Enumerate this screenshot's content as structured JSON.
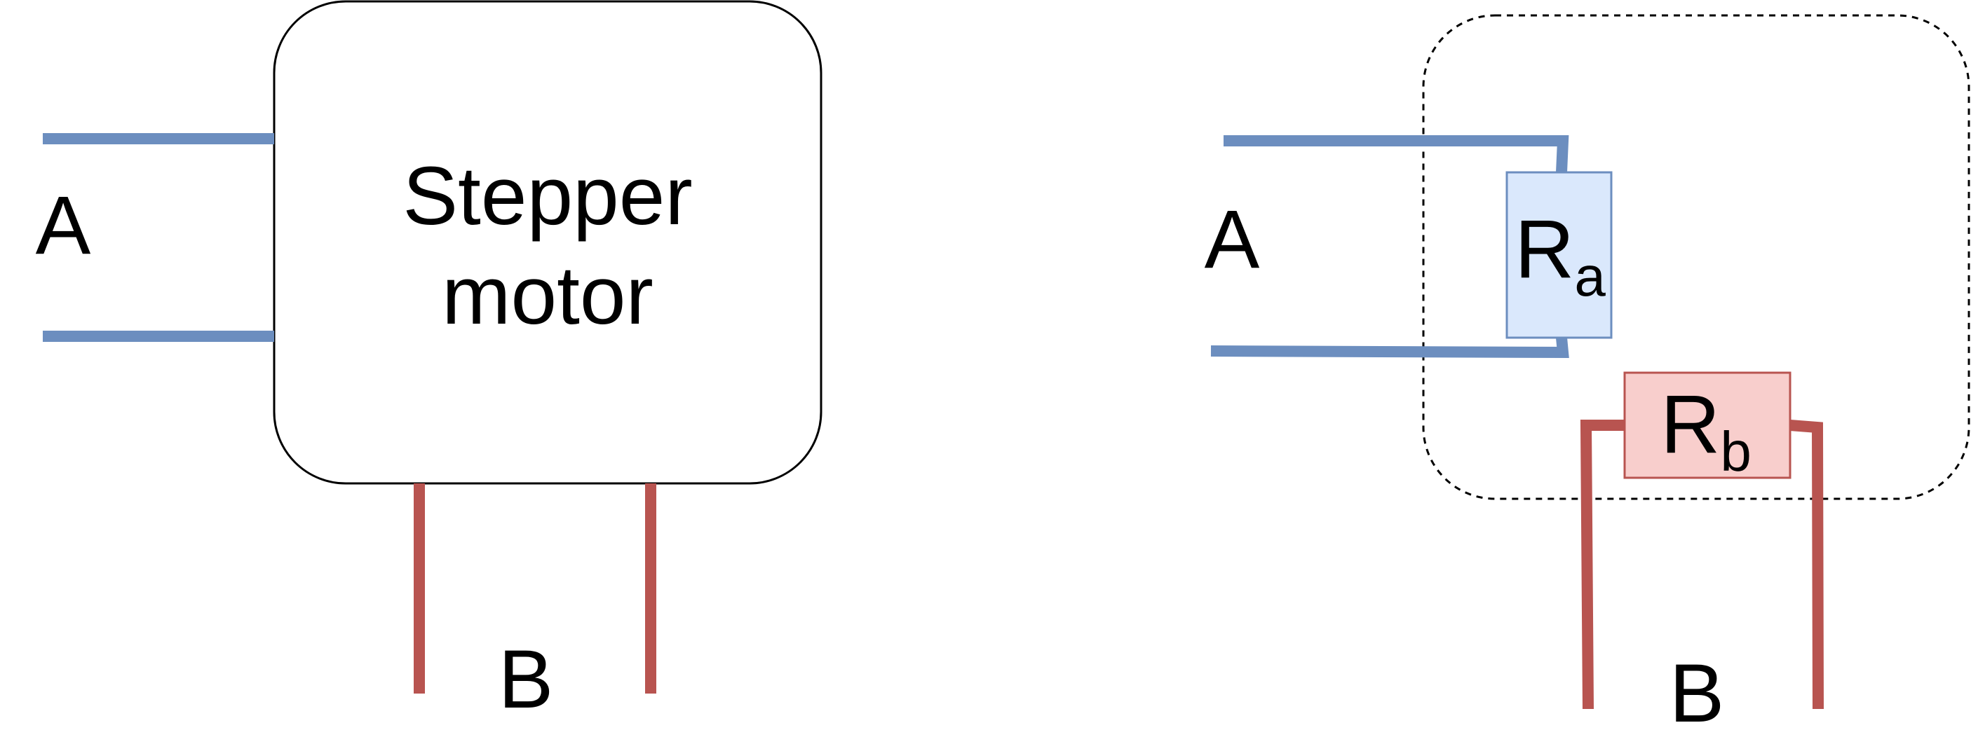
{
  "left_diagram": {
    "box_label_line1": "Stepper",
    "box_label_line2": "motor",
    "coil_a_label": "A",
    "coil_b_label": "B"
  },
  "right_diagram": {
    "coil_a_label": "A",
    "coil_b_label": "B",
    "resistor_a": {
      "main": "R",
      "sub": "a"
    },
    "resistor_b": {
      "main": "R",
      "sub": "b"
    }
  },
  "colors": {
    "coil_a_wire": "#6c8ebf",
    "coil_b_wire": "#b85450",
    "resistor_a_fill": "#dae8fc",
    "resistor_a_stroke": "#6c8ebf",
    "resistor_b_fill": "#f8cecc",
    "resistor_b_stroke": "#b85450",
    "outline": "#000000"
  }
}
